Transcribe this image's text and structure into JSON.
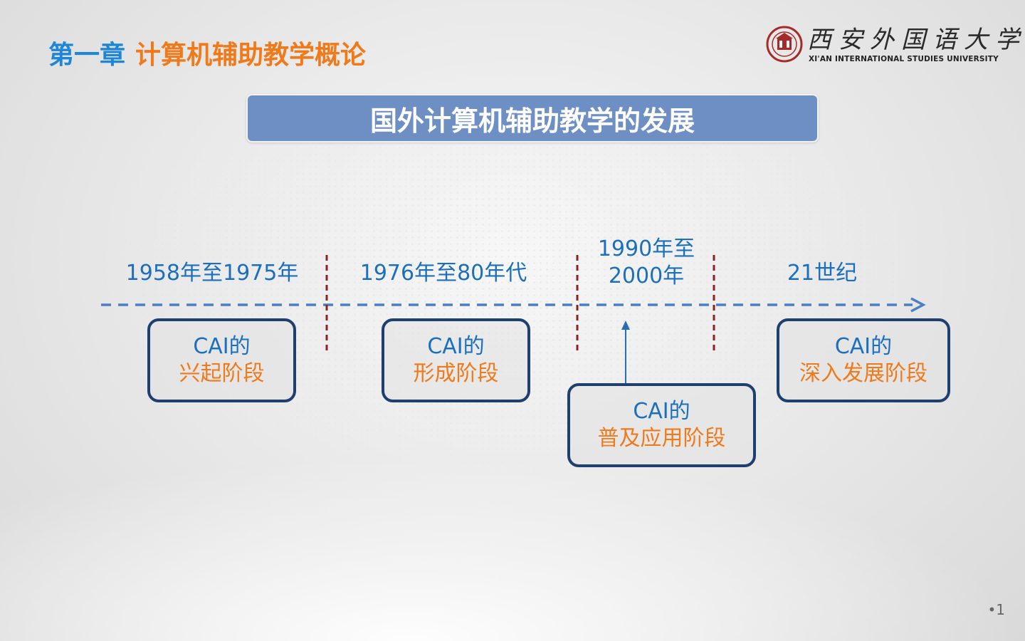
{
  "header": {
    "chapter_prefix": "第一章",
    "chapter_title": "计算机辅助教学概论"
  },
  "logo": {
    "cn_name": "西安外国语大学",
    "en_name": "XI'AN INTERNATIONAL STUDIES UNIVERSITY"
  },
  "banner": {
    "title": "国外计算机辅助教学的发展"
  },
  "timeline": {
    "periods": [
      {
        "label": "1958年至1975年"
      },
      {
        "label": "1976年至80年代"
      },
      {
        "line1": "1990年至",
        "line2": "2000年"
      },
      {
        "label": "21世纪"
      }
    ],
    "stages": [
      {
        "prefix": "CAI的",
        "name": "兴起阶段"
      },
      {
        "prefix": "CAI的",
        "name": "形成阶段"
      },
      {
        "prefix": "CAI的",
        "name": "普及应用阶段"
      },
      {
        "prefix": "CAI的",
        "name": "深入发展阶段"
      }
    ]
  },
  "footer": {
    "page_number": "•1"
  },
  "colors": {
    "chapter_prefix": "#1e86d6",
    "accent_orange": "#f07a1a",
    "banner_fill": "#6d8fc4",
    "timeline_blue": "#4a7fc1",
    "divider_red": "#8b2323",
    "box_border": "#1f3f6e"
  }
}
